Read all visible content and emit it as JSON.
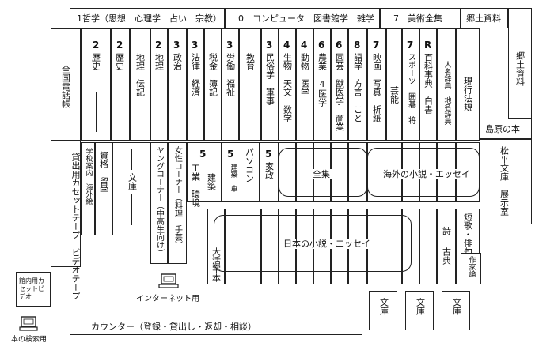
{
  "top_row": {
    "philosophy": "1哲学（思想　心理学　占い　宗教）",
    "general": "0　コンピュータ　図書館学　雑学",
    "arts": "7　美術全集",
    "local_top": "郷土資料"
  },
  "left": {
    "phone_book": "全国電話帳",
    "rental_tapes": "貸出用カセットテープ　ビデオテープ",
    "cassette_listen": "館内用カセットビデオ",
    "search_pc_label": "本の検索用"
  },
  "shelves_upper": [
    {
      "num": "2",
      "label": "歴史"
    },
    {
      "num": "2",
      "label": "歴史"
    },
    {
      "num": "",
      "label": "地理　伝記"
    },
    {
      "num": "2",
      "label": "地理"
    },
    {
      "num": "3",
      "label": "政治"
    },
    {
      "num": "3",
      "label": "法律　経済"
    },
    {
      "num": "",
      "label": "税金　簿記"
    },
    {
      "num": "3",
      "label": "労働　福祉"
    },
    {
      "num": "",
      "label": "教育"
    },
    {
      "num": "3",
      "label": "民俗学　軍事"
    },
    {
      "num": "4",
      "label": "生物　天文　数学"
    },
    {
      "num": "4",
      "label": "動物　医学"
    },
    {
      "num": "6",
      "label": "農業　4医学"
    },
    {
      "num": "6",
      "label": "園芸　獣医学　商業"
    },
    {
      "num": "8",
      "label": "語学　方言　こと"
    },
    {
      "num": "7",
      "label": "映画　写真　折紙"
    },
    {
      "num": "",
      "label": "芸能"
    },
    {
      "num": "7",
      "label": "スポーツ　囲碁　将"
    },
    {
      "num": "R",
      "label": "百科事典　白書"
    },
    {
      "num": "",
      "label": "人名辞典　地名辞典"
    },
    {
      "num": "",
      "label": "現行法規"
    }
  ],
  "right": {
    "local_side": "郷土資料",
    "shimabara": "島原の本",
    "matsudaira": "松平文庫　展示室"
  },
  "middle": {
    "school_guide": "学校案内　海外絵",
    "qualification": "資格　留学",
    "bunko1": "文庫",
    "young_corner": "ヤングコーナー（中高生向け）",
    "women_corner": "女性コーナー（料理　手芸）",
    "engineering_num": "5",
    "engineering": "工業　環境",
    "architecture": "建築",
    "pc_num": "5",
    "pc_books": "パソコン",
    "arch_car": "建築　車",
    "household_num": "5",
    "household": "家政",
    "zenshu": "全集",
    "foreign_novels": "海外の小説・エッセイ",
    "japanese_novels": "日本の小説・エッセイ",
    "large_print": "大活字本",
    "poetry_num": "詩",
    "poetry": "短歌・俳句",
    "classics": "古典",
    "writers": "作家論",
    "internet_label": "インターネット用",
    "bunko2": "文庫",
    "bunko3": "文庫",
    "bunko4": "文庫"
  },
  "counter": "カウンター（登録・貸出し・返却・相談）"
}
